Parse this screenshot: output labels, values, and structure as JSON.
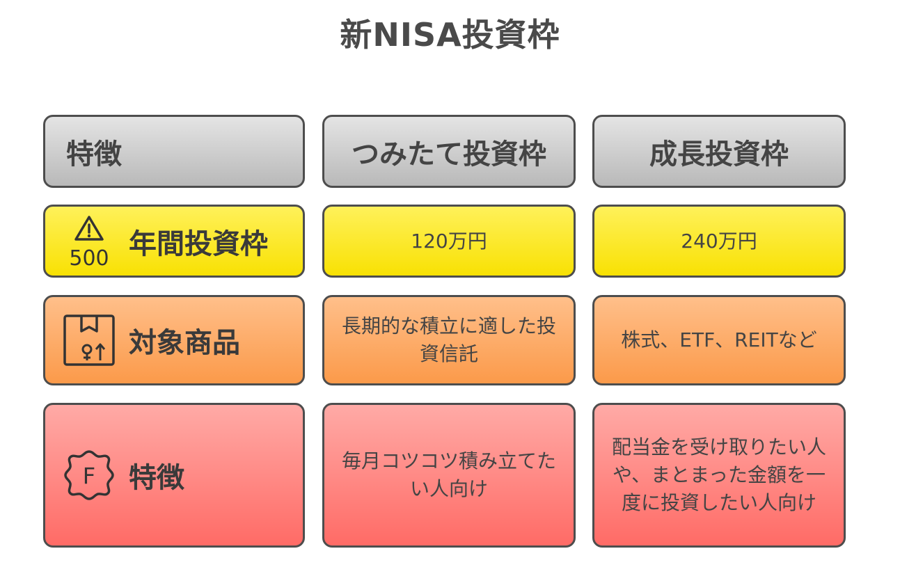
{
  "title": "新NISA投資枠",
  "header": {
    "feature": "特徴",
    "tsumitate": "つみたて投資枠",
    "growth": "成長投資枠"
  },
  "rows": [
    {
      "label": "年間投資枠",
      "icon": "limit-500-warning-icon",
      "icon_text": "500",
      "tsumitate": "120万円",
      "growth": "240万円",
      "color": "#f8e103"
    },
    {
      "label": "対象商品",
      "icon": "product-box-icon",
      "tsumitate": "長期的な積立に適した投資信託",
      "growth": "株式、ETF、REITなど",
      "color": "#fb9a4a"
    },
    {
      "label": "特徴",
      "icon": "badge-f-icon",
      "icon_text": "F",
      "tsumitate": "毎月コツコツ積み立てたい人向け",
      "growth": "配当金を受け取りたい人や、まとまった金額を一度に投資したい人向け",
      "color": "#ff6b66"
    }
  ],
  "colors": {
    "header": "#b9b9b9",
    "border": "#4d4d4d",
    "text": "#444444"
  }
}
